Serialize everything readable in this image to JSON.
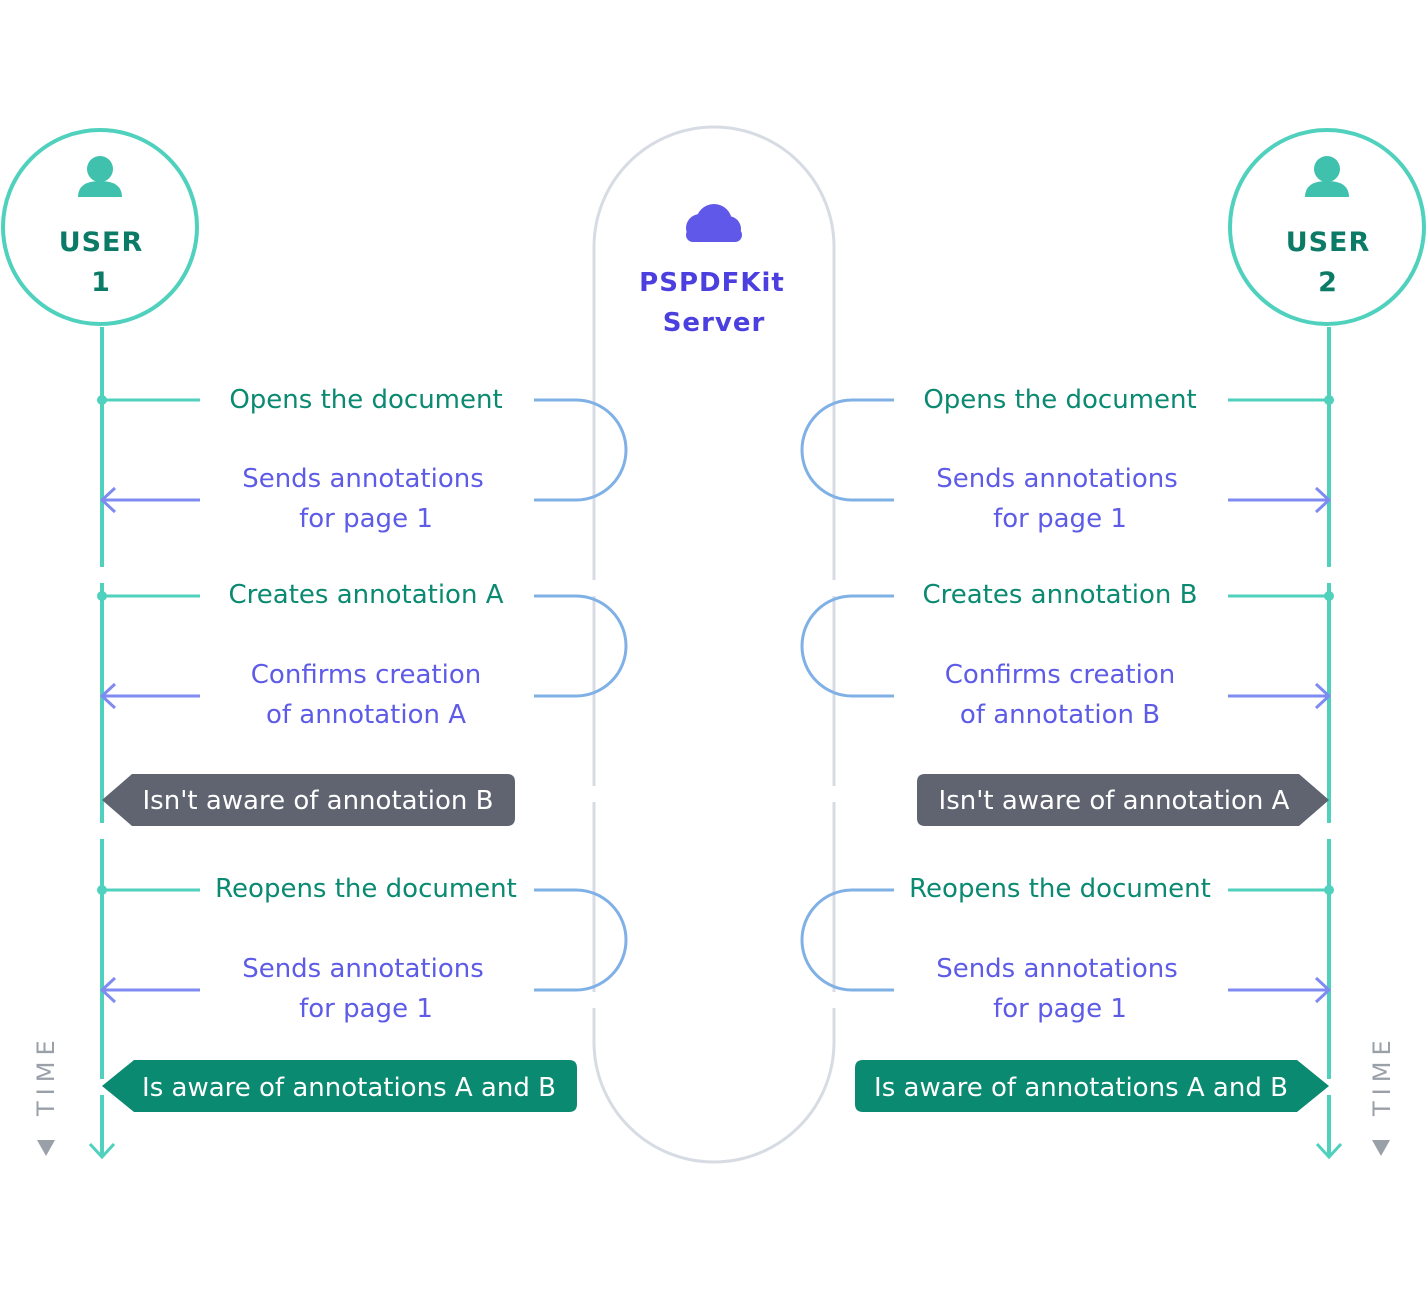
{
  "colors": {
    "teal": "#4fd1bd",
    "teal_dark": "#0b8a72",
    "purple": "#7f8bf0",
    "indigo": "#5e5ce6",
    "gray_badge": "#5f6470",
    "green_badge": "#0a8a70",
    "server_outline": "#d7dbe3"
  },
  "server": {
    "line1": "PSPDFKit",
    "line2": "Server",
    "icon": "cloud-icon"
  },
  "users": [
    {
      "id": "user-1",
      "line1": "USER",
      "line2": "1",
      "icon": "person-icon",
      "events": {
        "opens": "Opens the document",
        "sends1_a": "Sends annotations",
        "sends1_b": "for page 1",
        "creates": "Creates annotation A",
        "confirms_a": "Confirms creation",
        "confirms_b": "of annotation A",
        "reopens": "Reopens the document",
        "sends2_a": "Sends annotations",
        "sends2_b": "for page 1"
      },
      "badges": {
        "unaware": "Isn't aware of annotation B",
        "aware": "Is aware of annotations A and B"
      },
      "time_label": "TIME"
    },
    {
      "id": "user-2",
      "line1": "USER",
      "line2": "2",
      "icon": "person-icon",
      "events": {
        "opens": "Opens the document",
        "sends1_a": "Sends annotations",
        "sends1_b": "for page 1",
        "creates": "Creates annotation B",
        "confirms_a": "Confirms creation",
        "confirms_b": "of annotation B",
        "reopens": "Reopens the document",
        "sends2_a": "Sends annotations",
        "sends2_b": "for page 1"
      },
      "badges": {
        "unaware": "Isn't aware of annotation A",
        "aware": "Is aware of annotations A and B"
      },
      "time_label": "TIME"
    }
  ]
}
